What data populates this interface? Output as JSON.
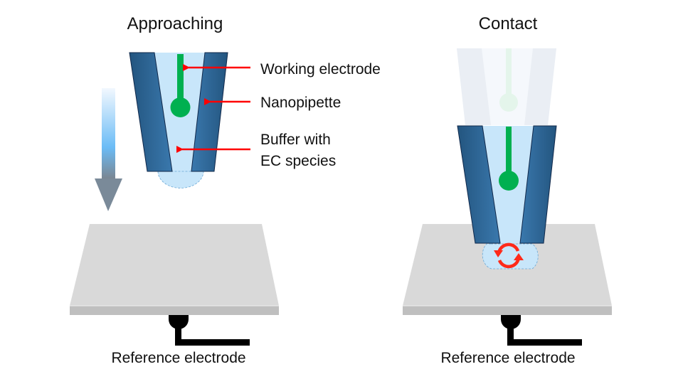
{
  "panels": {
    "approaching": {
      "title": "Approaching",
      "reference_label": "Reference electrode"
    },
    "contact": {
      "title": "Contact",
      "reference_label": "Reference electrode"
    }
  },
  "annotations": {
    "working_electrode": "Working electrode",
    "nanopipette": "Nanopipette",
    "buffer_line1": "Buffer with",
    "buffer_line2": "EC species"
  },
  "colors": {
    "pipette_wall": "#2a5f8e",
    "pipette_inner": "#c8e6fa",
    "electrode": "#00b050",
    "arrow_red": "#ff0000",
    "surface": "#d9d9d9",
    "surface_edge": "#bfbfbf",
    "wire": "#000000"
  }
}
